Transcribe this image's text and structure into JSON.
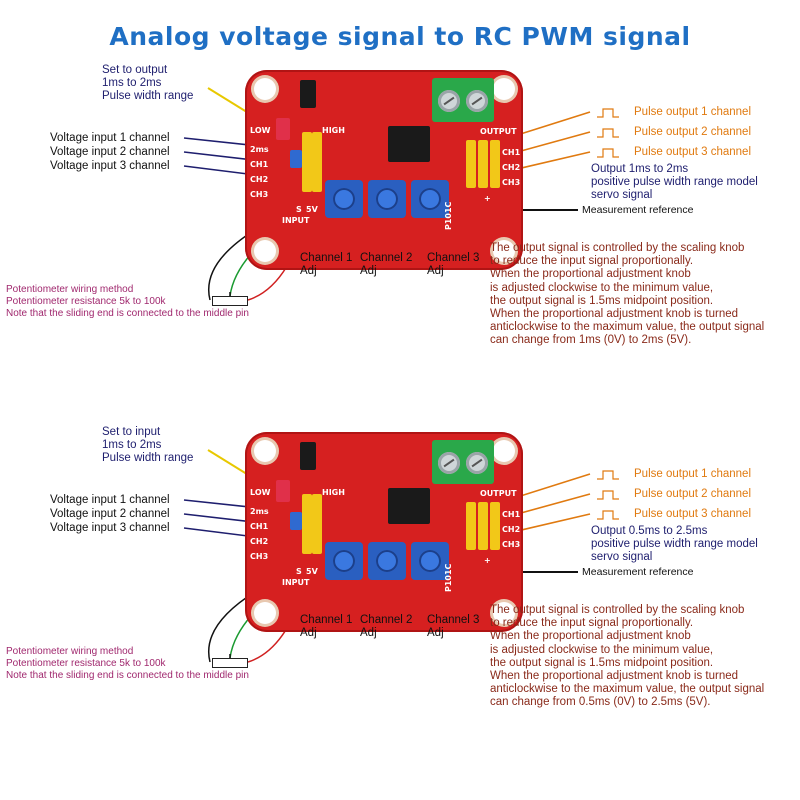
{
  "title": "Analog voltage signal to RC PWM signal",
  "colors": {
    "title": "#1f6fc4",
    "board": "#d62020",
    "wire_yellow": "#e8c800",
    "wire_navy": "#1e1e6e",
    "wire_orange": "#e07a10",
    "wire_green": "#1a9a30",
    "wire_red": "#d02020",
    "note_magenta": "#a0286e"
  },
  "panels": [
    {
      "mode_lines": [
        "Set to output",
        "1ms to 2ms",
        "Pulse width range"
      ],
      "inputs": [
        "Voltage input 1 channel",
        "Voltage input 2 channel",
        "Voltage input 3 channel"
      ],
      "pulse_outputs": [
        "Pulse output 1 channel",
        "Pulse output 2 channel",
        "Pulse output 3 channel"
      ],
      "output_lines": [
        "Output 1ms to 2ms",
        "positive pulse width range model",
        "servo signal"
      ],
      "measurement": "Measurement reference",
      "adj": [
        {
          "line1": "Channel 1",
          "line2": "Adj"
        },
        {
          "line1": "Channel 2",
          "line2": "Adj"
        },
        {
          "line1": "Channel 3",
          "line2": "Adj"
        }
      ],
      "pot_notes": [
        "Potentiometer wiring method",
        "Potentiometer resistance 5k to 100k",
        "Note that the sliding end is connected to the middle pin"
      ],
      "description": [
        "The output signal is controlled by the scaling knob",
        "to reduce the input signal proportionally.",
        "When the proportional adjustment knob",
        "is adjusted clockwise to the minimum value,",
        " the output signal is 1.5ms midpoint position.",
        "When the proportional adjustment knob is turned",
        "anticlockwise to the maximum value, the output signal",
        "can change from 1ms (0V) to 2ms (5V)."
      ],
      "board_silk": {
        "low": "LOW",
        "high": "HIGH",
        "output": "OUTPUT",
        "input": "INPUT",
        "model": "P101C",
        "v5": "5V",
        "s": "S",
        "plus": "+",
        "ch": [
          "2ms",
          "CH1",
          "CH2",
          "CH3"
        ],
        "out_ch": [
          "CH1",
          "CH2",
          "CH3"
        ]
      }
    },
    {
      "mode_lines": [
        "Set to input",
        "1ms to 2ms",
        "Pulse width range"
      ],
      "inputs": [
        "Voltage input 1 channel",
        "Voltage input 2 channel",
        "Voltage input 3 channel"
      ],
      "pulse_outputs": [
        "Pulse output 1 channel",
        "Pulse output 2 channel",
        "Pulse output 3 channel"
      ],
      "output_lines": [
        "Output 0.5ms to 2.5ms",
        "positive pulse width range model",
        "servo signal"
      ],
      "measurement": "Measurement reference",
      "adj": [
        {
          "line1": "Channel 1",
          "line2": "Adj"
        },
        {
          "line1": "Channel 2",
          "line2": "Adj"
        },
        {
          "line1": "Channel 3",
          "line2": "Adj"
        }
      ],
      "pot_notes": [
        "Potentiometer wiring method",
        "Potentiometer resistance 5k to 100k",
        "Note that the sliding end is connected to the middle pin"
      ],
      "description": [
        "The output signal is controlled by the scaling knob",
        "to reduce the input signal proportionally.",
        "When the proportional adjustment knob",
        "is adjusted clockwise to the minimum value,",
        " the output signal is 1.5ms midpoint position.",
        "When the proportional adjustment knob is turned",
        "anticlockwise to the maximum value, the output signal",
        "can change from 0.5ms (0V) to 2.5ms (5V)."
      ],
      "board_silk": {
        "low": "LOW",
        "high": "HIGH",
        "output": "OUTPUT",
        "input": "INPUT",
        "model": "P101C",
        "v5": "5V",
        "s": "S",
        "plus": "+",
        "ch": [
          "2ms",
          "CH1",
          "CH2",
          "CH3"
        ],
        "out_ch": [
          "CH1",
          "CH2",
          "CH3"
        ]
      }
    }
  ]
}
